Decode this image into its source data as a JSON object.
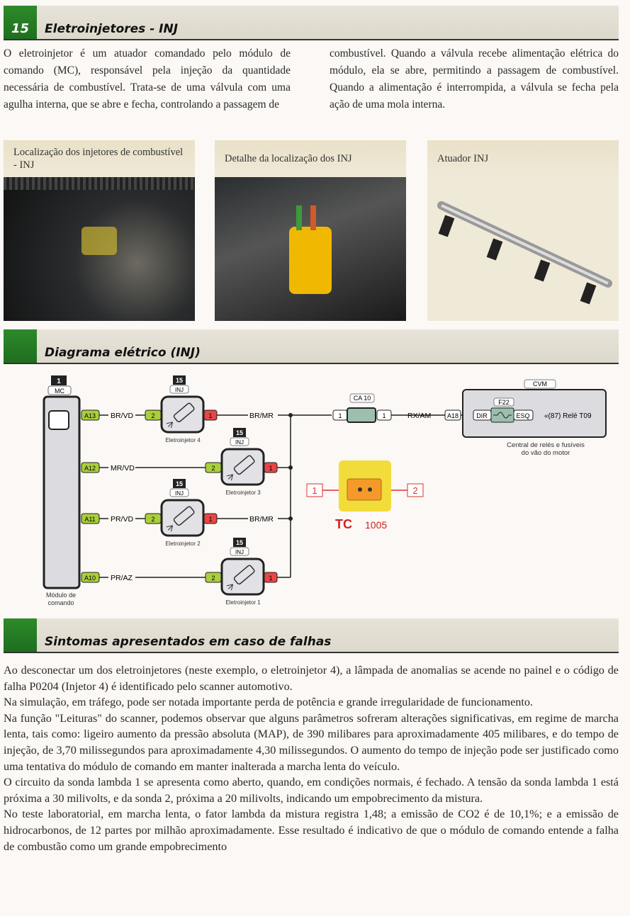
{
  "section1": {
    "number": "15",
    "title": "Eletroinjetores - INJ"
  },
  "intro": {
    "left": "O eletroinjetor é um atuador comandado pelo módulo de comando (MC), responsável pela injeção da quantidade necessária de combustível. Trata-se de uma válvula com uma agulha interna, que se abre e fecha, controlando a passagem de",
    "right": "combustível. Quando a válvula recebe alimentação elétrica do módulo, ela se abre, permitindo a passagem de combustível. Quando a alimentação é interrompida, a válvula se fecha pela ação de uma mola interna."
  },
  "photos": [
    {
      "caption": "Localização dos injetores de combustível - INJ"
    },
    {
      "caption": "Detalhe da localização dos INJ"
    },
    {
      "caption": "Atuador INJ"
    }
  ],
  "section2": {
    "title": "Diagrama elétrico (INJ)"
  },
  "diagram": {
    "mc": {
      "num": "1",
      "code": "MC",
      "label1": "Módulo de",
      "label2": "comando"
    },
    "pins": [
      "A13",
      "A12",
      "A11",
      "A10"
    ],
    "wires_left": [
      "BR/VD",
      "MR/VD",
      "PR/VD",
      "PR/AZ"
    ],
    "wires_right": [
      "BR/MR",
      "BR/MR"
    ],
    "injectors": [
      {
        "num": "15",
        "code": "INJ",
        "label": "Eletroinjetor 4",
        "pin_in": "2",
        "pin_out": "1"
      },
      {
        "num": "15",
        "code": "INJ",
        "label": "Eletroinjetor 3",
        "pin_in": "2",
        "pin_out": "1"
      },
      {
        "num": "15",
        "code": "INJ",
        "label": "Eletroinjetor 2",
        "pin_in": "2",
        "pin_out": "1"
      },
      {
        "num": "15",
        "code": "INJ",
        "label": "Eletroinjetor 1",
        "pin_in": "2",
        "pin_out": "1"
      }
    ],
    "ca10": {
      "code": "CA 10",
      "pin_a": "1",
      "pin_b": "1"
    },
    "wire_rx": "RX/AM",
    "cvm": {
      "code": "CVM",
      "pin": "A18",
      "fuse": "F22",
      "dir": "DIR",
      "esq": "ESQ",
      "relay": "«(87) Relé T09",
      "label1": "Central de relés e fusíveis",
      "label2": "do vão do motor"
    },
    "connector": {
      "pin1": "1",
      "pin2": "2",
      "logo": "TC",
      "ref": "1005"
    }
  },
  "section3": {
    "title": "Sintomas apresentados em caso de falhas"
  },
  "body": [
    "Ao desconectar um dos eletroinjetores (neste exemplo, o eletroinjetor 4), a lâmpada de anomalias se acende no painel e o código de falha P0204 (Injetor 4) é identificado pelo scanner automotivo.",
    "Na simulação, em tráfego, pode ser notada importante perda de potência e grande irregularidade de funcionamento.",
    "Na função \"Leituras\" do scanner, podemos observar que alguns parâmetros sofreram alterações significativas, em regime de marcha lenta, tais como: ligeiro aumento da pressão absoluta (MAP), de 390 milibares para aproximadamente 405 milibares, e do tempo de injeção, de 3,70 milissegundos para aproximadamente 4,30 milissegundos. O aumento do tempo de injeção pode ser justificado como uma tentativa do módulo de comando em manter inalterada a marcha lenta do veículo.",
    "O circuito da sonda lambda 1 se apresenta como aberto, quando, em condições normais, é fechado. A tensão da sonda lambda 1 está próxima a 30 milivolts, e da sonda 2, próxima a 20 milivolts, indicando um empobrecimento da mistura.",
    "No teste laboratorial, em marcha lenta, o fator lambda da mistura registra 1,48; a emissão de CO2 é de 10,1%; e a emissão de hidrocarbonos, de 12 partes por milhão aproximadamente. Esse resultado é indicativo de que o módulo de comando entende a falha de combustão como um grande empobrecimento"
  ]
}
